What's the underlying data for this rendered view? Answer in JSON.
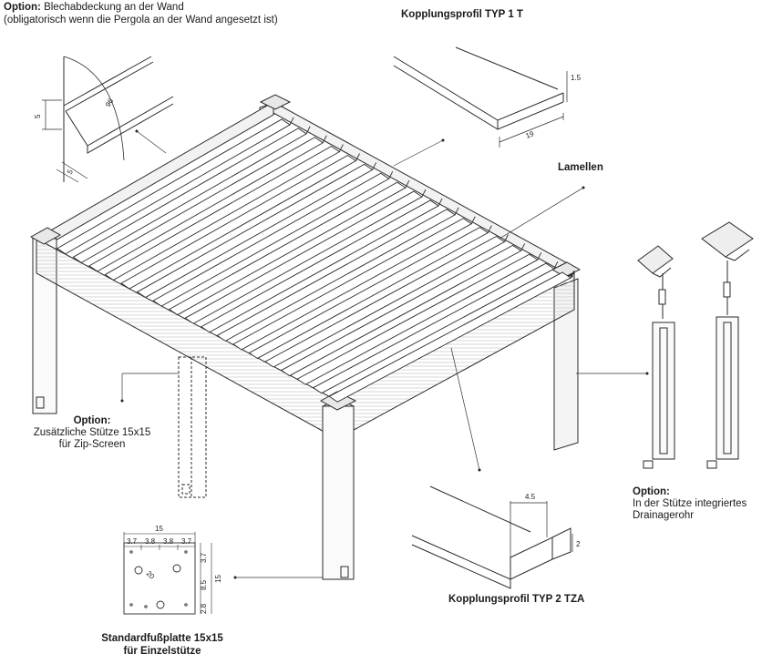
{
  "labels": {
    "option_top_bold": "Option:",
    "option_top_text": "Blechabdeckung an der Wand",
    "option_top_sub": "(obligatorisch wenn die Pergola an der Wand angesetzt ist)",
    "profile1": "Kopplungsprofil TYP 1 T",
    "lamellen": "Lamellen",
    "option_left_bold": "Option:",
    "option_left_line1": "Zusätzliche Stütze 15x15",
    "option_left_line2": "für Zip-Screen",
    "option_right_bold": "Option:",
    "option_right_line1": "In der Stütze integriertes",
    "option_right_line2": "Drainagerohr",
    "profile2": "Kopplungsprofil TYP 2 TZA",
    "footplate_line1": "Standardfußplatte 15x15",
    "footplate_line2": "für Einzelstütze"
  },
  "dims": {
    "cover_height": "5",
    "cover_width": "5",
    "cover_angle": "96",
    "p1_thickness": "1.5",
    "p1_width": "19",
    "p2_width": "4.5",
    "p2_height": "2",
    "plate_total": "15",
    "plate_seg_1": "3.7",
    "plate_seg_2": "3.8",
    "plate_seg_3": "3.8",
    "plate_seg_4": "3.7",
    "plate_v_1": "3.7",
    "plate_v_2": "8.5",
    "plate_v_3": "2.8",
    "plate_v_total": "15",
    "plate_hole": "20"
  },
  "colors": {
    "line": "#2a2a2a",
    "frame_fill": "#f2f2f2",
    "lamella_fill": "#ffffff",
    "leader": "#333333"
  }
}
